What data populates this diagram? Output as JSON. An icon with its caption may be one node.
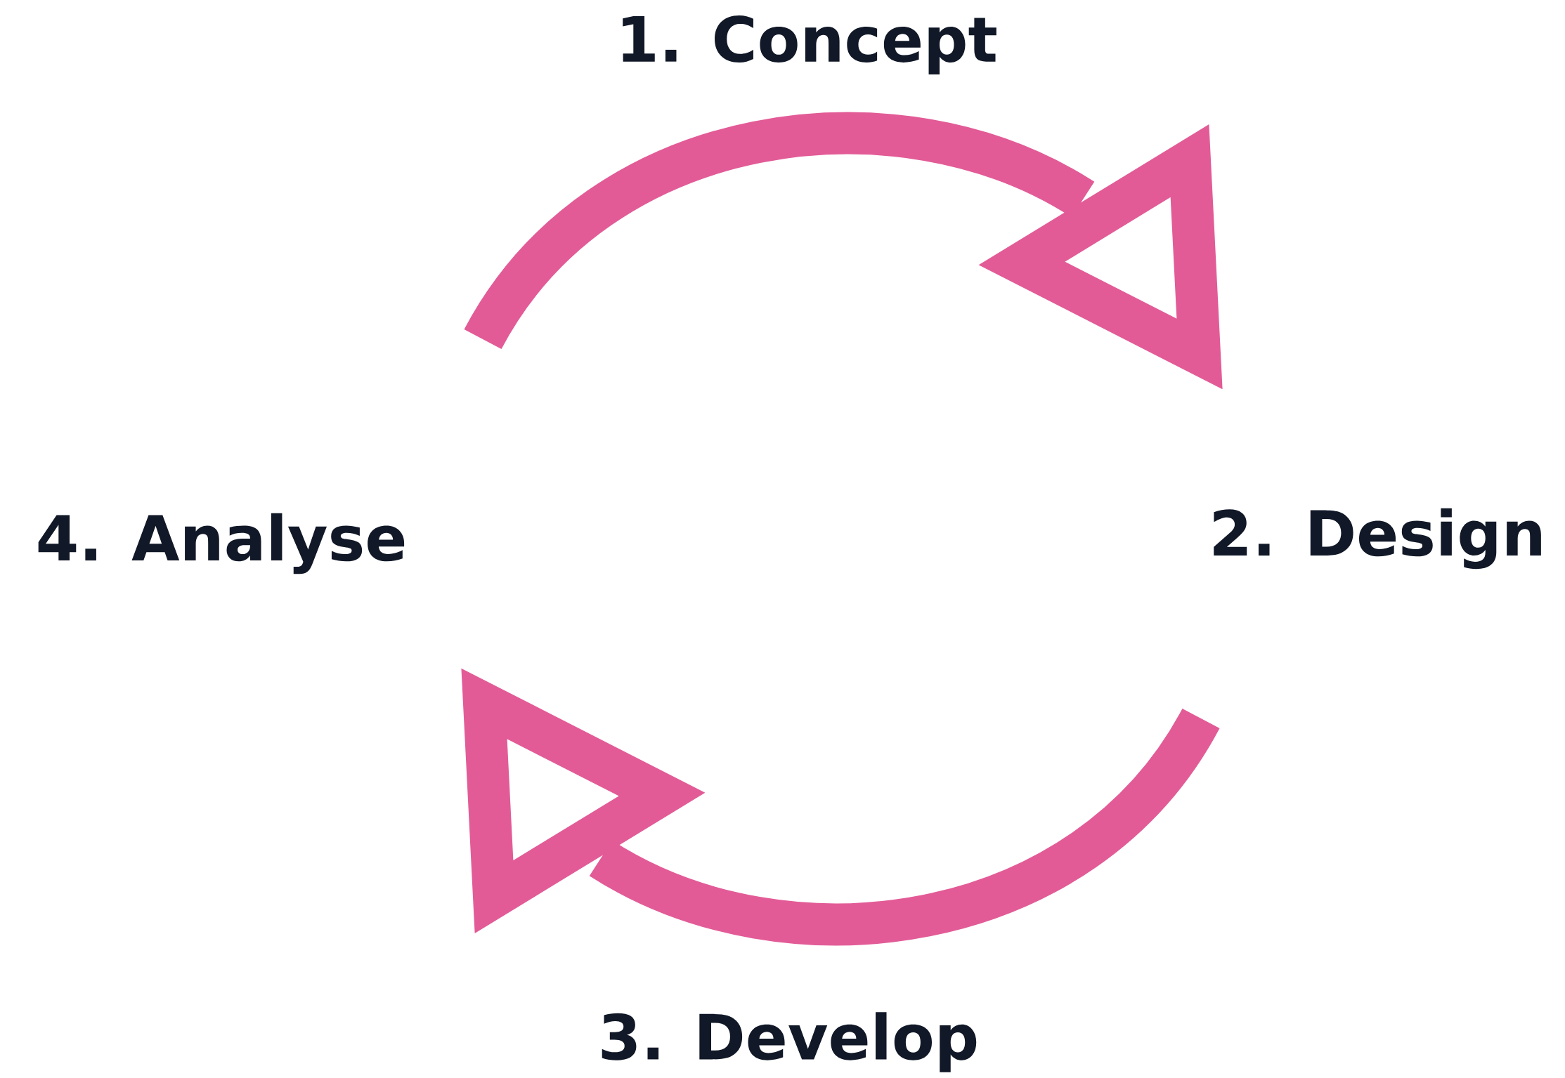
{
  "diagram": {
    "nodes": [
      {
        "text": [
          "1. Concept"
        ]
      },
      {
        "text": [
          "2. Design"
        ]
      },
      {
        "text": [
          "3. Develop"
        ]
      },
      {
        "text": [
          "4. Analyse"
        ]
      }
    ]
  }
}
